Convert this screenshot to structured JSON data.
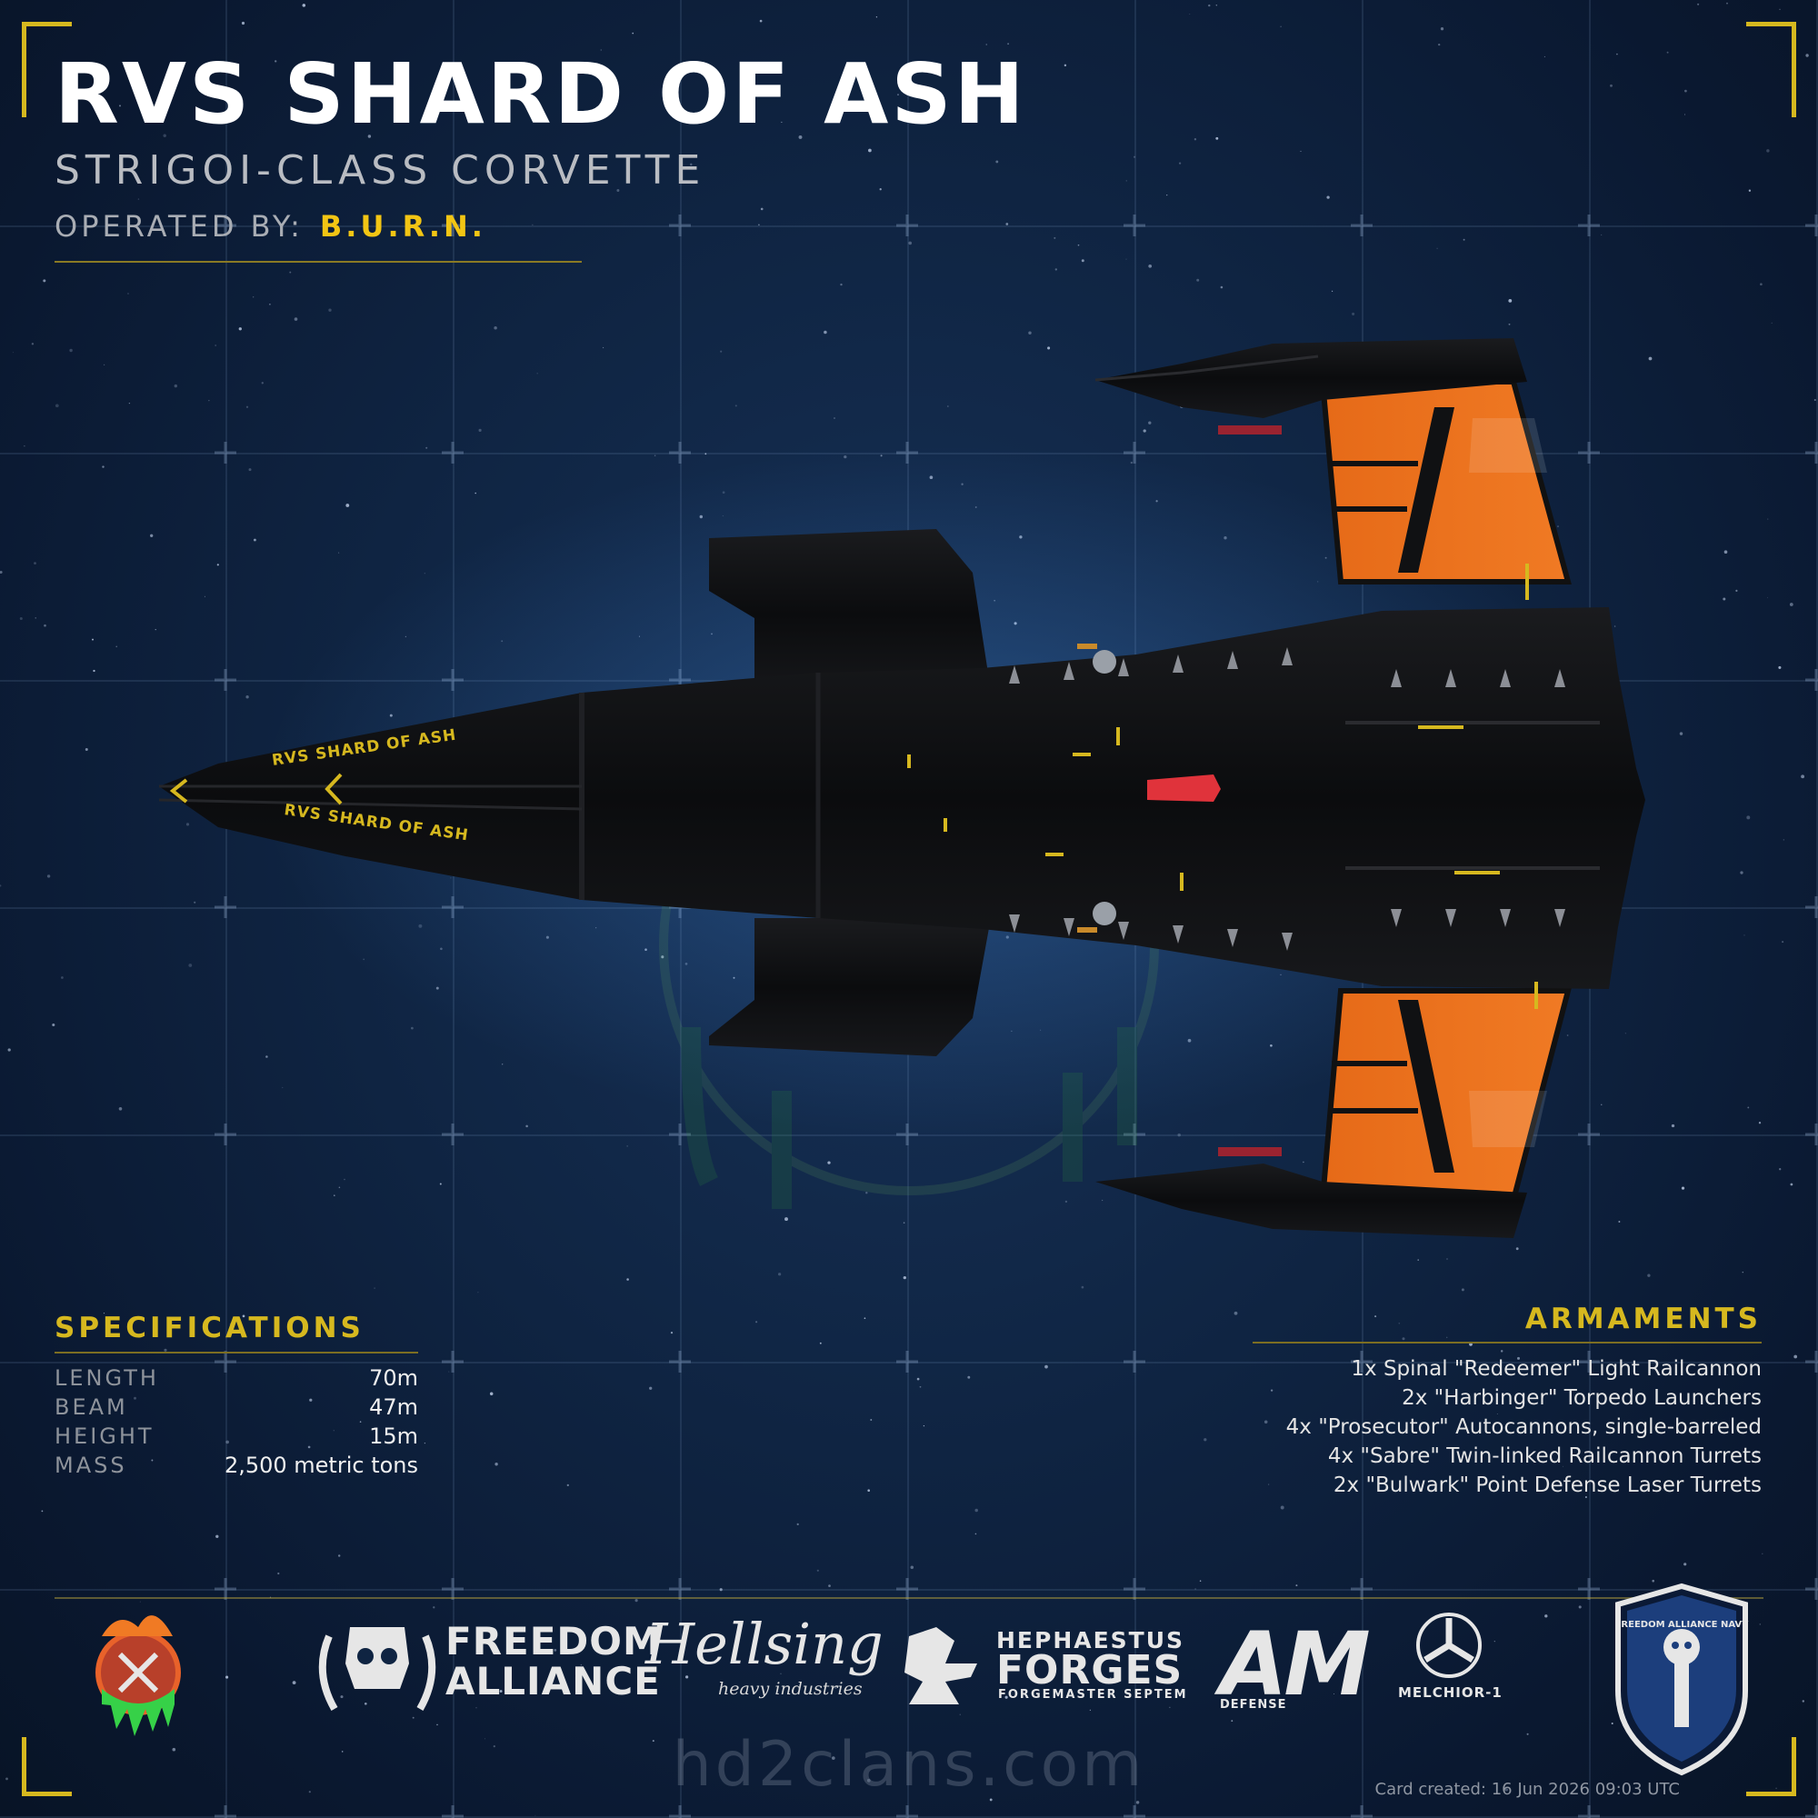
{
  "header": {
    "ship_name": "RVS SHARD OF ASH",
    "ship_class": "STRIGOI-CLASS CORVETTE",
    "operated_label": "OPERATED BY:",
    "operator": "B.U.R.N."
  },
  "ship": {
    "hull_text": "RVS SHARD OF ASH",
    "colors": {
      "hull": "#0c0d0f",
      "accent": "#e86d1c",
      "trim": "#d6b81f",
      "cockpit": "#e0333b"
    }
  },
  "specifications": {
    "heading": "SPECIFICATIONS",
    "rows": [
      {
        "label": "LENGTH",
        "value": "70m"
      },
      {
        "label": "BEAM",
        "value": "47m"
      },
      {
        "label": "HEIGHT",
        "value": "15m"
      },
      {
        "label": "MASS",
        "value": "2,500 metric tons"
      }
    ]
  },
  "armaments": {
    "heading": "ARMAMENTS",
    "items": [
      "1x Spinal \"Redeemer\" Light Railcannon",
      "2x \"Harbinger\" Torpedo Launchers",
      "4x \"Prosecutor\" Autocannons, single-barreled",
      "4x \"Sabre\" Twin-linked Railcannon Turrets",
      "2x \"Bulwark\" Point Defense Laser Turrets"
    ]
  },
  "logos": {
    "freedom_alliance": "FREEDOM\nALLIANCE",
    "freedom_line1": "FREEDOM",
    "freedom_line2": "ALLIANCE",
    "hellsing": "Hellsing",
    "hellsing_sub": "heavy industries",
    "hephaestus_top": "HEPHAESTUS",
    "hephaestus_main": "FORGES",
    "hephaestus_sub": "FORGEMASTER SEPTEM",
    "am": "AM",
    "am_sub": "DEFENSE",
    "melchior": "MELCHIOR-1",
    "navy_badge": "FREEDOM ALLIANCE NAVY"
  },
  "footer": {
    "website": "hd2clans.com",
    "card_created": "Card created: 16 Jun 2026 09:03 UTC"
  },
  "theme": {
    "accent": "#d6b81f",
    "background": "#0f2442"
  }
}
